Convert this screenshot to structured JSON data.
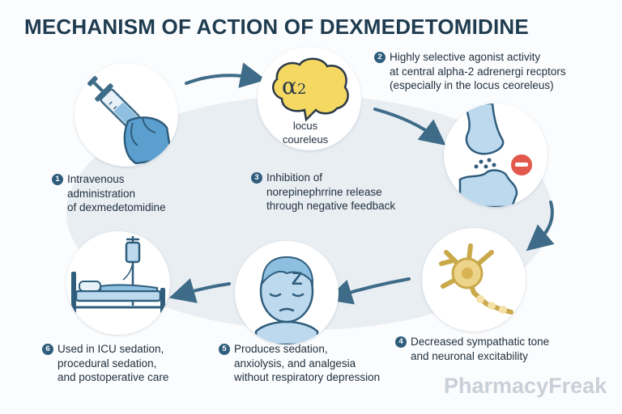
{
  "title": "MECHANISM OF ACTION OF DEXMEDETOMIDINE",
  "steps": [
    {
      "number": "1",
      "text": "Intravenous\nadministration\nof dexmedetomidine"
    },
    {
      "number": "2",
      "text": "Highly selective agonist activity\nat central alpha-2 adrenergi recptors\n(especially in the locus ceoreleus)"
    },
    {
      "number": "3",
      "text": "Inhibition of\nnorepinephrrine release\nthrough negative feedback"
    },
    {
      "number": "4",
      "text": "Decreased sympathatic tone\nand neuronal excitability"
    },
    {
      "number": "5",
      "text": "Produces sedation,\nanxiolysis, and analgesia\nwithout respiratory depression"
    },
    {
      "number": "6",
      "text": "Used in ICU sedation,\nprocedural sedation,\nand postoperative care"
    }
  ],
  "brain": {
    "receptor_symbol": "α",
    "receptor_subscript": "2",
    "label": "locus\ncoureleus"
  },
  "sleep_symbol": "Z",
  "watermark": "PharmacyFreak",
  "colors": {
    "title": "#1e3b4f",
    "badge": "#2f5d7c",
    "arrow": "#3e6b87",
    "oval": "#e9eef3",
    "glove": "#5b9fcf",
    "brain": "#f5d862",
    "inhibit": "#e2584c",
    "neuron": "#ecd48a",
    "face": "#bcd9ee"
  }
}
